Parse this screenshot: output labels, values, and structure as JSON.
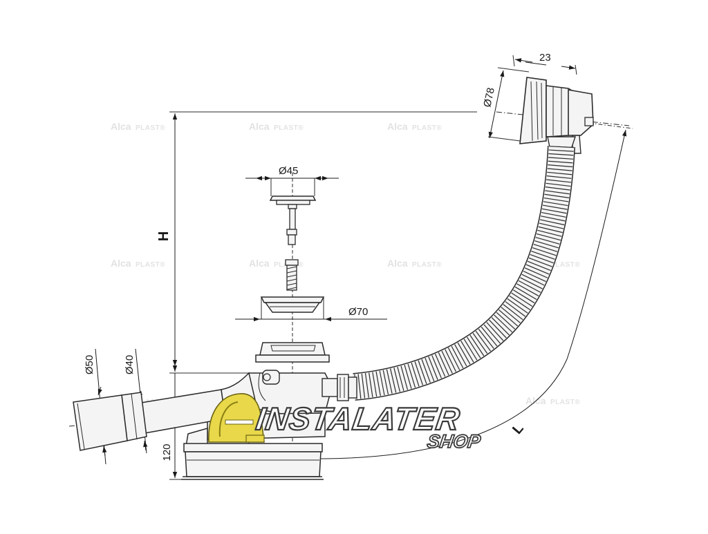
{
  "dimensions": {
    "d45": "Ø45",
    "d70": "Ø70",
    "d78": "Ø78",
    "w23": "23",
    "d50": "Ø50",
    "d40": "Ø40",
    "h120": "120",
    "height": "H",
    "length": "L"
  },
  "watermark": {
    "brand_a": "Alca",
    "brand_b": "PLAST®"
  },
  "logo": {
    "main": "INSTALATER",
    "sub": "SHOP"
  },
  "colors": {
    "line": "#2a2a2a",
    "fill": "#f4f4f4",
    "logo_yellow": "#e8d84a",
    "watermark": "#e2e2e2"
  }
}
